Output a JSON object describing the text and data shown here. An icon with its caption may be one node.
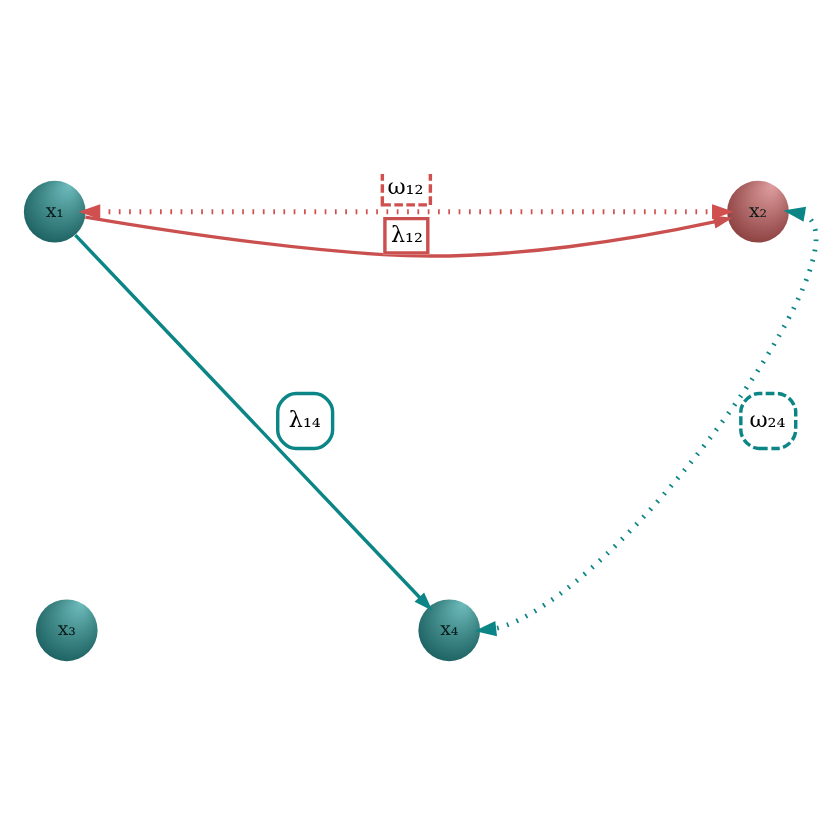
{
  "diagram": {
    "nodes": [
      {
        "text": [
          "x₁"
        ]
      },
      {
        "text": [
          "x₂"
        ]
      },
      {
        "text": [
          "x₃"
        ]
      },
      {
        "text": [
          "x₄"
        ]
      }
    ],
    "edges": [
      {
        "from": 0,
        "to": 1,
        "arrow": "to",
        "label": "λ₁₂",
        "color": "#c9504f"
      },
      {
        "from": 0,
        "to": 1,
        "arrow": "both",
        "label": "ω₁₂",
        "style": "dashed",
        "color": "#d0504f"
      },
      {
        "from": 0,
        "to": 3,
        "arrow": "to",
        "label": "λ₁₄",
        "color": "#0b8585"
      },
      {
        "from": 1,
        "to": 3,
        "arrow": "both",
        "label": "ω₂₄",
        "style": "dashed",
        "color": "#0b8585"
      }
    ]
  }
}
